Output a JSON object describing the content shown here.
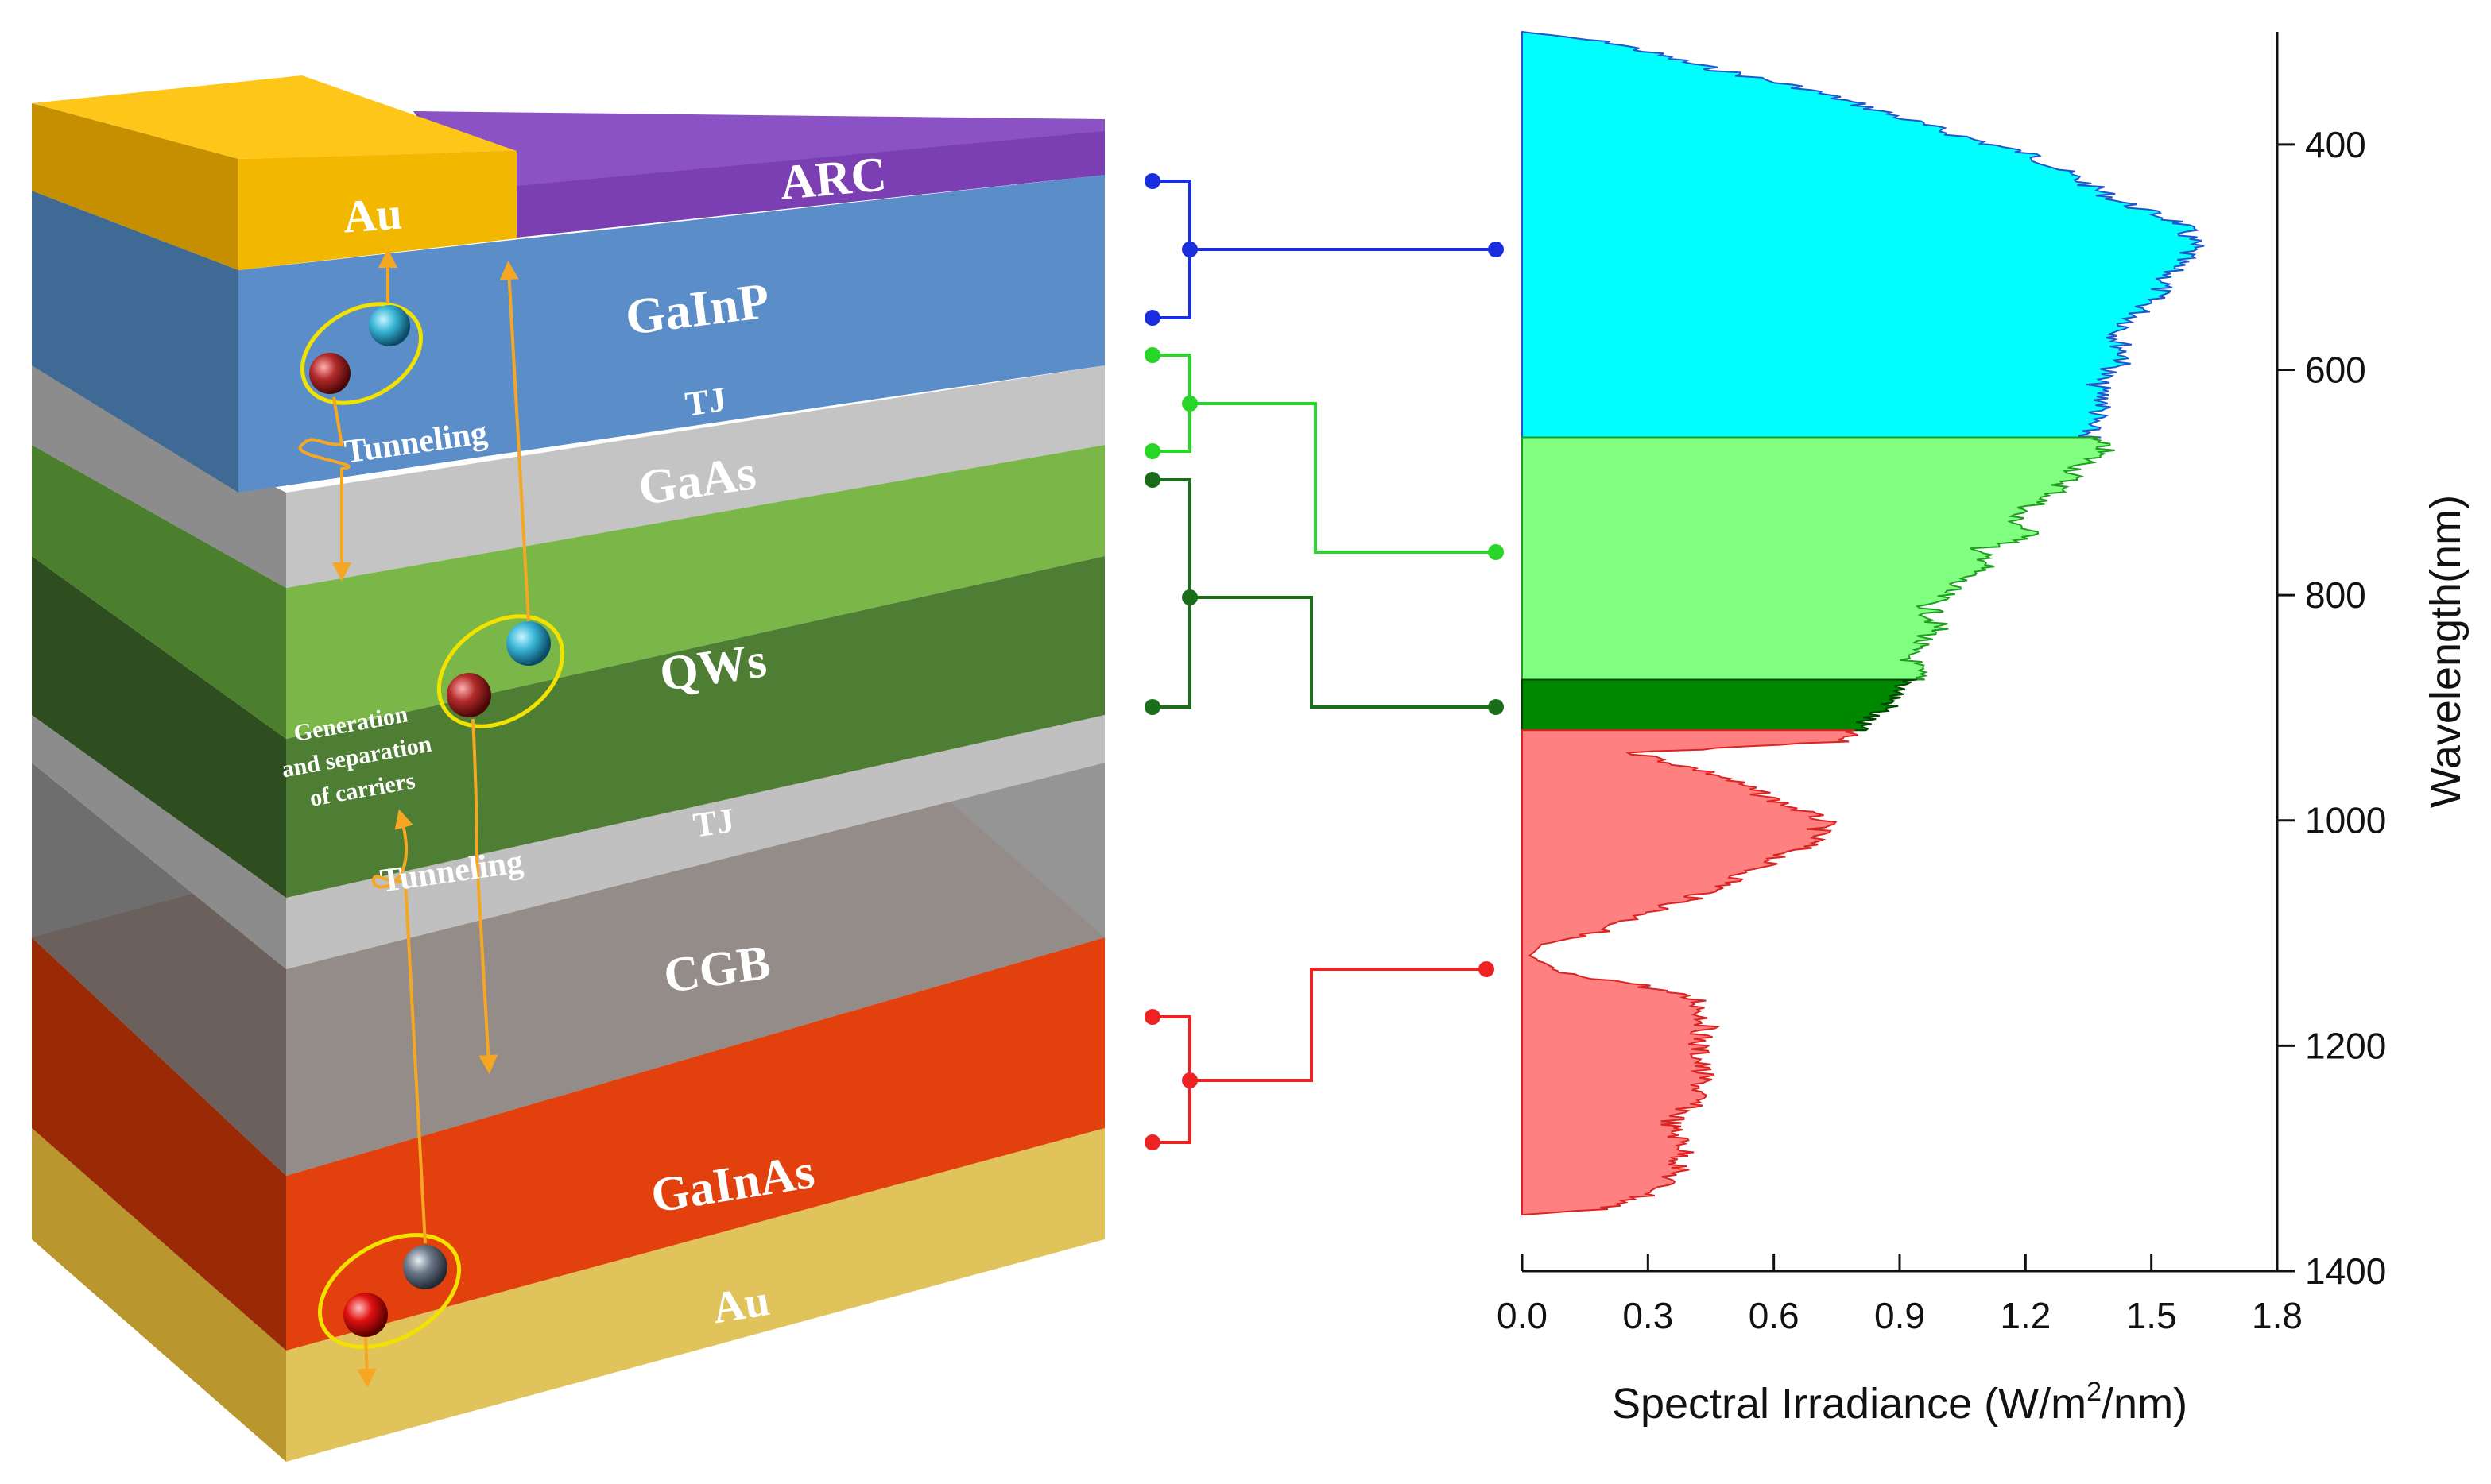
{
  "diagram": {
    "layers": {
      "au_top": "Au",
      "arc": "ARC",
      "gainp": "GaInP",
      "tj_top": "TJ",
      "gaas": "GaAs",
      "qws": "QWs",
      "tj_bottom": "TJ",
      "cgb": "CGB",
      "gainas": "GaInAs",
      "au_bottom": "Au"
    },
    "annotations": {
      "tunneling_top": "Tunneling",
      "tunneling_bottom": "Tunneling",
      "generation_line1": "Generation",
      "generation_line2": "and separation",
      "generation_line3": "of carriers"
    },
    "colors": {
      "gold": "#f2b800",
      "arc": "#7b3fb3",
      "gainp": "#5b8ec9",
      "tj": "#b8b8b8",
      "gaas": "#7ab648",
      "qws": "#4e7d34",
      "cgb": "#8a8a8a",
      "gainas": "#e2400c",
      "connector_blue": "#1a2ee0",
      "connector_lightgreen": "#27d627",
      "connector_darkgreen": "#1a6e1a",
      "connector_red": "#ee2222"
    }
  },
  "chart_data": {
    "type": "area",
    "orientation": "horizontal",
    "xlabel_prefix": "Spectral Irradiance (W/m",
    "xlabel_sup": "2",
    "xlabel_suffix": "/nm)",
    "ylabel": "Wavelength(nm)",
    "xlim": [
      0.0,
      1.8
    ],
    "ylim": [
      300,
      1400
    ],
    "y_inverted": true,
    "y_axis_side": "right",
    "x_ticks": [
      "0.0",
      "0.3",
      "0.6",
      "0.9",
      "1.2",
      "1.5",
      "1.8"
    ],
    "y_ticks": [
      "400",
      "600",
      "800",
      "1000",
      "1200",
      "1400"
    ],
    "x_tick_values": [
      0.0,
      0.3,
      0.6,
      0.9,
      1.2,
      1.5,
      1.8
    ],
    "y_tick_values": [
      400,
      600,
      800,
      1000,
      1200,
      1400
    ],
    "series": [
      {
        "band": "GaInP",
        "color": "#00ffff",
        "edge": "#2255cc",
        "range": [
          300,
          660
        ],
        "profile": [
          [
            300,
            0.0
          ],
          [
            310,
            0.25
          ],
          [
            330,
            0.45
          ],
          [
            350,
            0.7
          ],
          [
            370,
            0.88
          ],
          [
            390,
            1.05
          ],
          [
            410,
            1.25
          ],
          [
            430,
            1.35
          ],
          [
            450,
            1.45
          ],
          [
            470,
            1.6
          ],
          [
            490,
            1.63
          ],
          [
            510,
            1.58
          ],
          [
            530,
            1.55
          ],
          [
            550,
            1.5
          ],
          [
            570,
            1.45
          ],
          [
            590,
            1.47
          ],
          [
            610,
            1.4
          ],
          [
            630,
            1.42
          ],
          [
            650,
            1.38
          ],
          [
            660,
            1.38
          ]
        ]
      },
      {
        "band": "GaAs",
        "color": "#80ff80",
        "edge": "#1e9e1e",
        "range": [
          660,
          875
        ],
        "profile": [
          [
            660,
            1.38
          ],
          [
            670,
            1.42
          ],
          [
            690,
            1.35
          ],
          [
            710,
            1.3
          ],
          [
            730,
            1.2
          ],
          [
            750,
            1.25
          ],
          [
            760,
            1.1
          ],
          [
            770,
            1.15
          ],
          [
            790,
            1.06
          ],
          [
            810,
            1.0
          ],
          [
            830,
            1.02
          ],
          [
            850,
            0.95
          ],
          [
            870,
            0.97
          ],
          [
            875,
            0.96
          ]
        ]
      },
      {
        "band": "QWs",
        "color": "#008800",
        "edge": "#004400",
        "range": [
          875,
          920
        ],
        "profile": [
          [
            875,
            0.96
          ],
          [
            885,
            0.93
          ],
          [
            900,
            0.9
          ],
          [
            910,
            0.85
          ],
          [
            920,
            0.82
          ]
        ]
      },
      {
        "band": "GaInAs",
        "color": "#ff8080",
        "edge": "#dd2222",
        "range": [
          920,
          1350
        ],
        "profile": [
          [
            920,
            0.82
          ],
          [
            930,
            0.78
          ],
          [
            940,
            0.3
          ],
          [
            960,
            0.5
          ],
          [
            980,
            0.62
          ],
          [
            1000,
            0.75
          ],
          [
            1020,
            0.72
          ],
          [
            1040,
            0.6
          ],
          [
            1060,
            0.5
          ],
          [
            1080,
            0.35
          ],
          [
            1100,
            0.2
          ],
          [
            1110,
            0.05
          ],
          [
            1120,
            0.02
          ],
          [
            1135,
            0.1
          ],
          [
            1145,
            0.3
          ],
          [
            1160,
            0.45
          ],
          [
            1180,
            0.47
          ],
          [
            1200,
            0.45
          ],
          [
            1230,
            0.46
          ],
          [
            1250,
            0.44
          ],
          [
            1270,
            0.38
          ],
          [
            1290,
            0.42
          ],
          [
            1310,
            0.4
          ],
          [
            1330,
            0.35
          ],
          [
            1345,
            0.22
          ],
          [
            1350,
            0.0
          ]
        ]
      }
    ]
  }
}
